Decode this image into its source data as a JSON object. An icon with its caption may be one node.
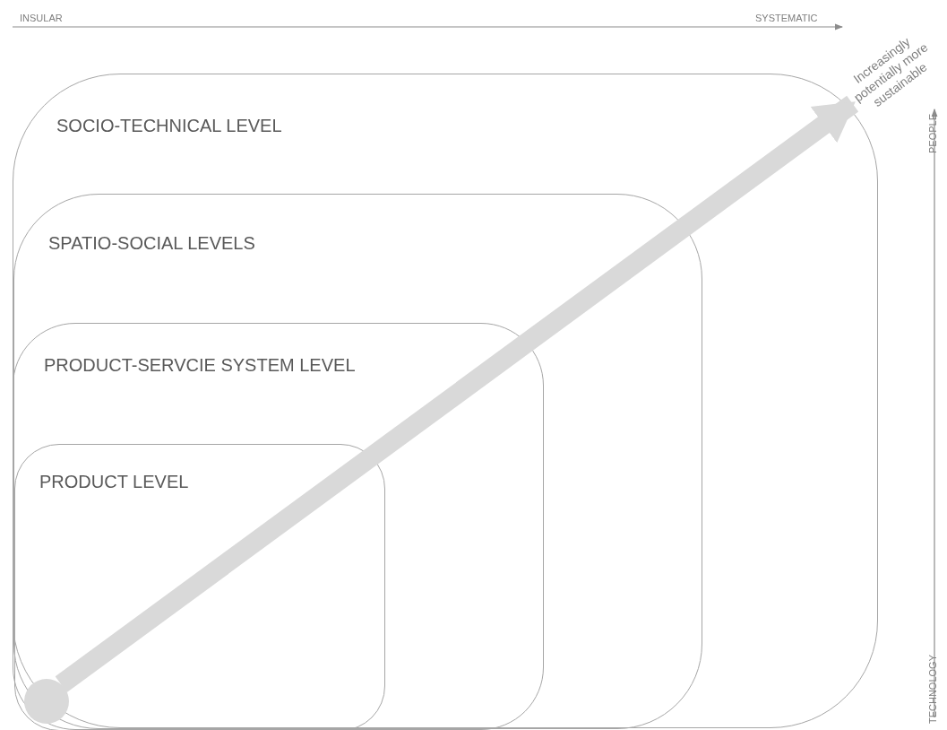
{
  "diagram": {
    "nodes": [
      {
        "text": [
          "SOCIO-TECHNICAL LEVEL"
        ]
      },
      {
        "text": [
          "SPATIO-SOCIAL LEVELS"
        ],
        "in": 0
      },
      {
        "text": [
          "PRODUCT-SERVCIE SYSTEM LEVEL"
        ],
        "in": 1
      },
      {
        "text": [
          "PRODUCT LEVEL"
        ],
        "in": 2
      },
      {
        "text": [],
        "shape": "circle",
        "in": 3
      },
      {
        "text": [
          "Increasingly potentially more sustainable"
        ]
      }
    ],
    "edges": [
      {
        "from": 4,
        "to": 5,
        "arrow": "to"
      }
    ],
    "labels": [
      "INSULAR",
      "SYSTEMATIC",
      "PEOPLE",
      "TECHNOLOGY"
    ]
  }
}
